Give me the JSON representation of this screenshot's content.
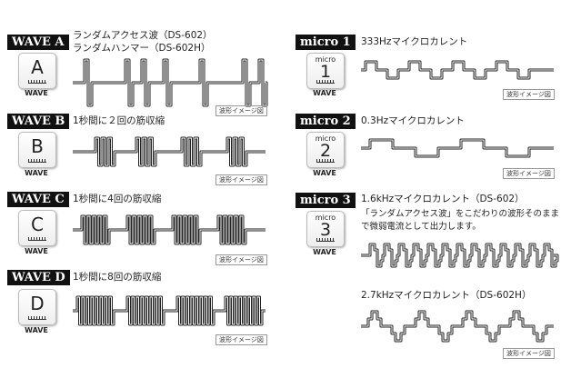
{
  "left": [
    {
      "label": "WAVE A",
      "icon": "A",
      "icon_sub": "WAVE",
      "lines": [
        "ランダムアクセス波（DS-602）",
        "ランダムハンマー（DS-602H）"
      ],
      "caption": "波形イメージ図"
    },
    {
      "label": "WAVE B",
      "icon": "B",
      "icon_sub": "WAVE",
      "lines": [
        "1秒間に２回の筋収縮"
      ],
      "caption": "波形イメージ図"
    },
    {
      "label": "WAVE C",
      "icon": "C",
      "icon_sub": "WAVE",
      "lines": [
        "1秒間に4回の筋収縮"
      ],
      "caption": "波形イメージ図"
    },
    {
      "label": "WAVE D",
      "icon": "D",
      "icon_sub": "WAVE",
      "lines": [
        "1秒間に8回の筋収縮"
      ],
      "caption": "波形イメージ図"
    }
  ],
  "right": [
    {
      "label": "micro 1",
      "icon_top": "micro",
      "icon": "1",
      "icon_sub": "WAVE",
      "lines": [
        "333Hzマイクロカレント"
      ],
      "caption": "波形イメージ図"
    },
    {
      "label": "micro 2",
      "icon_top": "micro",
      "icon": "2",
      "icon_sub": "WAVE",
      "lines": [
        "0.3Hzマイクロカレント"
      ],
      "caption": "波形イメージ図"
    },
    {
      "label": "micro 3",
      "icon_top": "micro",
      "icon": "3",
      "icon_sub": "WAVE",
      "lines": [
        "1.6kHzマイクロカレント（DS-602）",
        "「ランダムアクセス波」をこだわりの波形そのまま",
        "で微弱電流として出力します。"
      ],
      "caption": "波形イメージ図",
      "second_title": "2.7kHzマイクロカレント（DS-602H）"
    }
  ]
}
